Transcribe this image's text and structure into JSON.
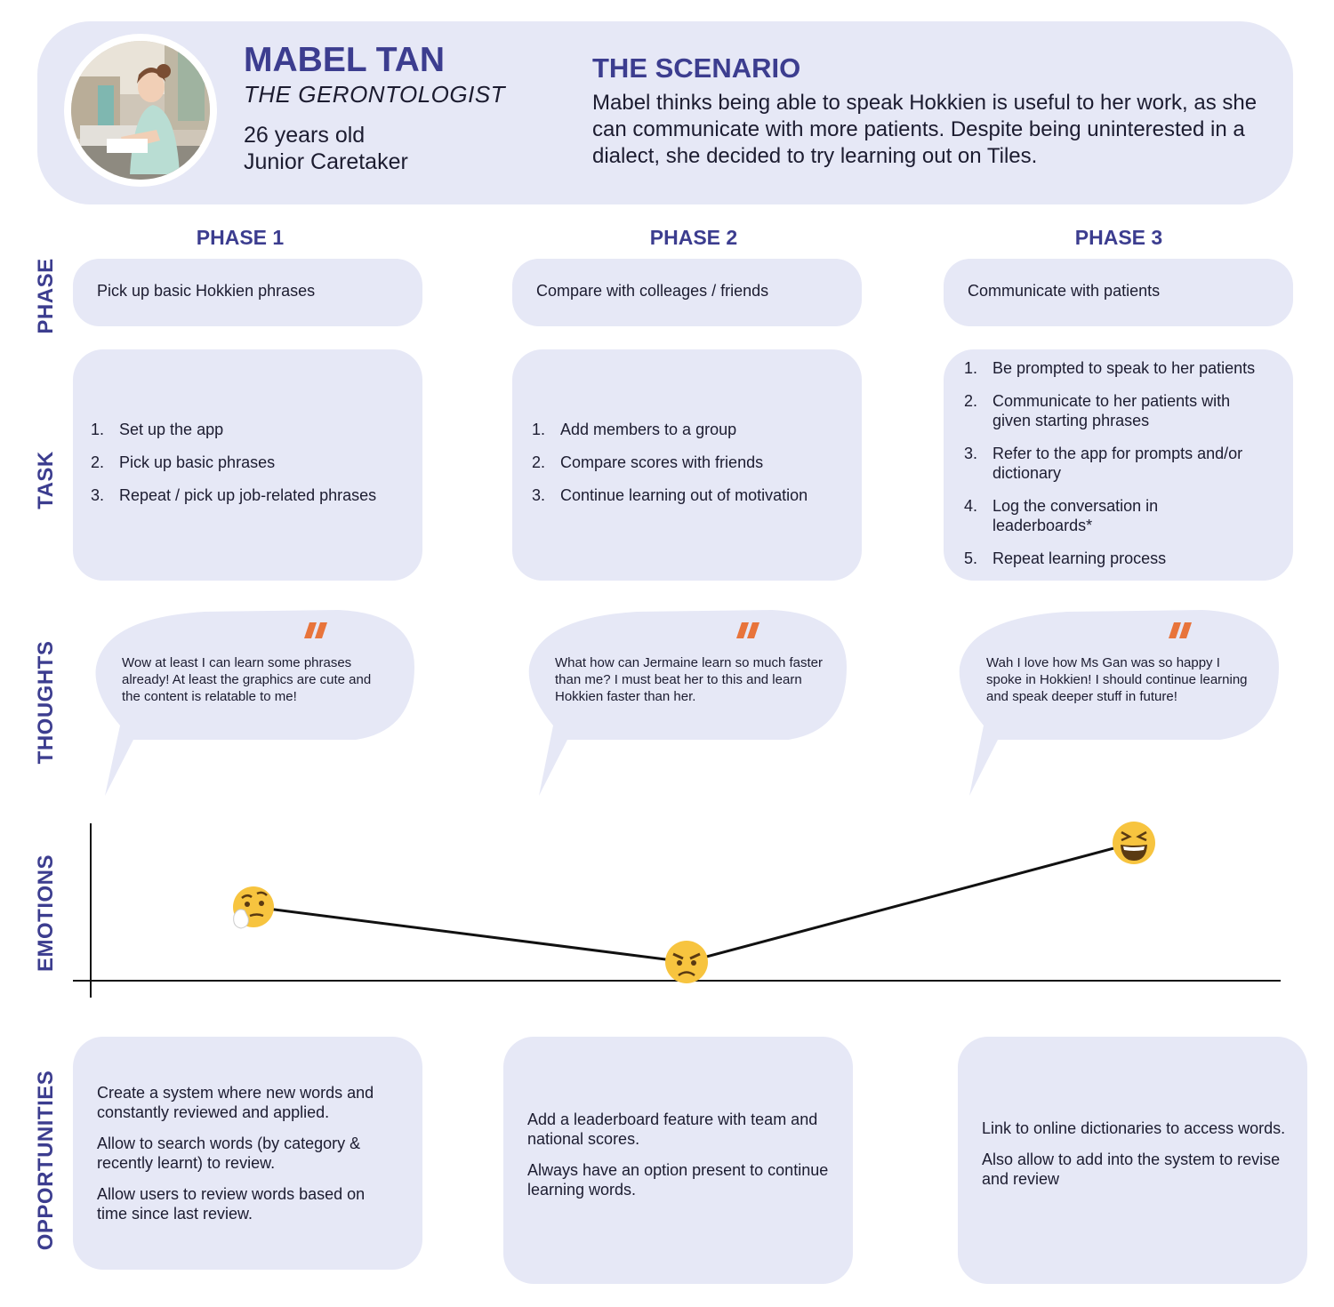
{
  "persona": {
    "name": "MABEL TAN",
    "role": "THE GERONTOLOGIST",
    "age": "26 years old",
    "occupation": "Junior Caretaker"
  },
  "scenario": {
    "title": "THE SCENARIO",
    "text": "Mabel thinks being able to speak Hokkien is useful to her work, as she can communicate with more patients. Despite being uninterested in a dialect, she decided to try learning out on Tiles."
  },
  "rows": {
    "phase": "PHASE",
    "task": "TASK",
    "thoughts": "THOUGHTS",
    "emotions": "EMOTIONS",
    "opportunities": "OPPORTUNITIES"
  },
  "phases": [
    {
      "title": "PHASE 1",
      "goal": "Pick up basic Hokkien phrases",
      "tasks": [
        {
          "num": "1.",
          "text": "Set up the app"
        },
        {
          "num": "2.",
          "text": "Pick up basic phrases"
        },
        {
          "num": "3.",
          "text": "Repeat / pick up job-related phrases"
        }
      ],
      "thought": "Wow at least I can learn some phrases already! At least the graphics are cute and the content is relatable to me!",
      "emotion": "thinking-face",
      "opportunities": [
        "Create a system where new words and constantly reviewed and applied.",
        "Allow to search words (by category & recently learnt) to review.",
        "Allow users to review words based on time since last review."
      ]
    },
    {
      "title": "PHASE 2",
      "goal": "Compare with colleages / friends",
      "tasks": [
        {
          "num": "1.",
          "text": "Add members to a group"
        },
        {
          "num": "2.",
          "text": "Compare scores with friends"
        },
        {
          "num": "3.",
          "text": "Continue learning out of motivation"
        }
      ],
      "thought": "What how can Jermaine learn so much faster than me? I must beat her to this and learn Hokkien faster than her.",
      "emotion": "angry-face",
      "opportunities": [
        "Add a leaderboard feature with team and national scores.",
        "Always have an option present to continue learning words."
      ]
    },
    {
      "title": "PHASE 3",
      "goal": "Communicate with patients",
      "tasks": [
        {
          "num": "1.",
          "text": "Be prompted to speak to her patients"
        },
        {
          "num": "2.",
          "text": "Communicate to her patients with given starting phrases"
        },
        {
          "num": "3.",
          "text": "Refer to the app for prompts and/or dictionary"
        },
        {
          "num": "4.",
          "text": "Log the conversation in leaderboards*"
        },
        {
          "num": "5.",
          "text": "Repeat learning process"
        }
      ],
      "thought": "Wah I love how Ms Gan was so happy I spoke in Hokkien! I should continue learning and speak deeper stuff in future!",
      "emotion": "laughing-face",
      "opportunities": [
        "Link to online dictionaries to access words.",
        "Also allow to add into the system to revise and review"
      ]
    }
  ],
  "colors": {
    "accent": "#3c3d8f",
    "card": "#e6e8f6",
    "quote": "#e8743b",
    "emoji": "#f7c43f"
  }
}
